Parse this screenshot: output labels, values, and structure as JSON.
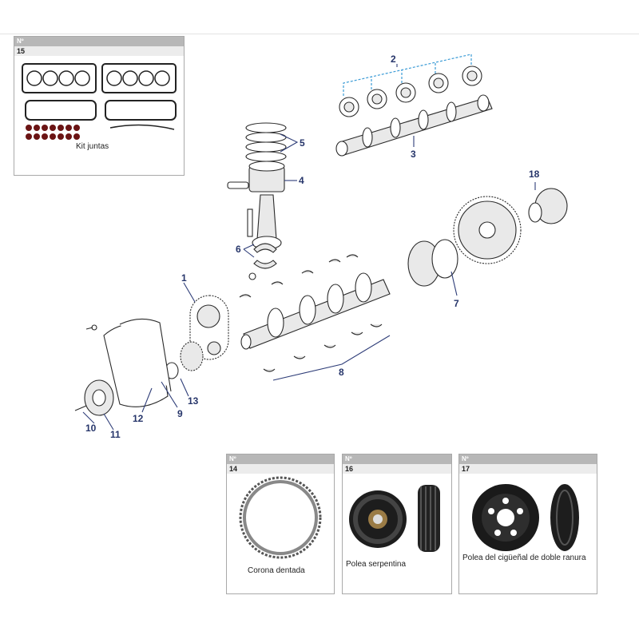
{
  "callouts": {
    "c1": "1",
    "c2": "2",
    "c3": "3",
    "c4": "4",
    "c5": "5",
    "c6": "6",
    "c7": "7",
    "c8": "8",
    "c9": "9",
    "c10": "10",
    "c11": "11",
    "c12": "12",
    "c13": "13",
    "c18": "18"
  },
  "insets": {
    "i15": {
      "header": "Nº",
      "number": "15",
      "caption": "Kit juntas"
    },
    "i14": {
      "header": "Nº",
      "number": "14",
      "caption": "Corona dentada"
    },
    "i16": {
      "header": "Nº",
      "number": "16",
      "caption": "Polea serpentina"
    },
    "i17": {
      "header": "Nº",
      "number": "17",
      "caption": "Polea del cigüeñal de doble ranura"
    }
  },
  "colors": {
    "callout": "#26356a",
    "leader": "#2e3d78",
    "bracket": "#3b9bd6",
    "inset_header": "#b7b7b7"
  }
}
